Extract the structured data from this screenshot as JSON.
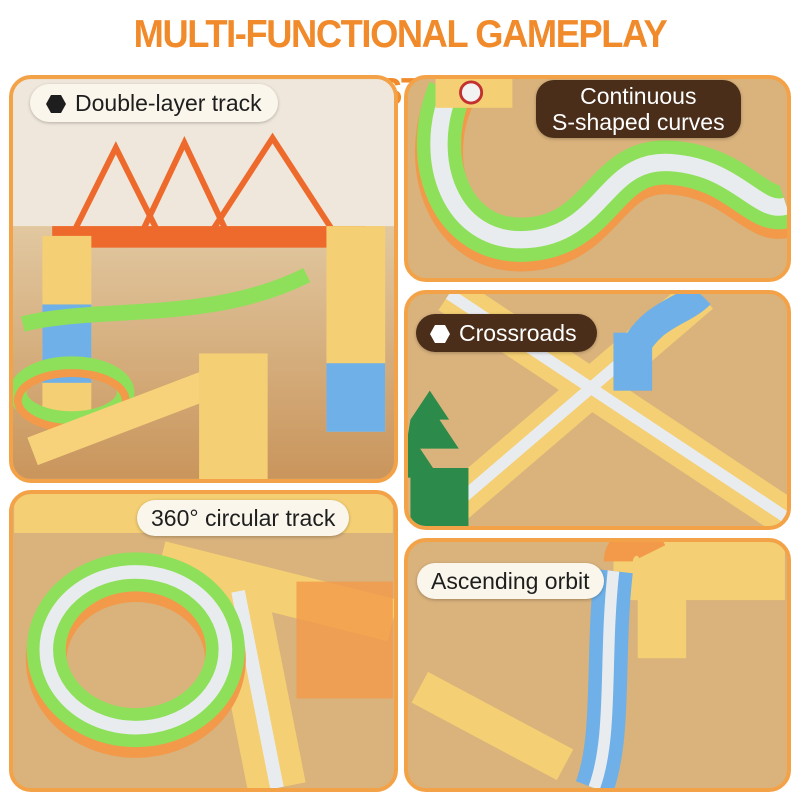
{
  "title": "MULTI-FUNCTIONAL GAMEPLAY DEMONSTRATION",
  "panels": {
    "double_layer": {
      "label": "Double-layer track",
      "icon": "hexagon-icon"
    },
    "s_curves": {
      "label_line1": "Continuous",
      "label_line2": "S-shaped curves"
    },
    "crossroads": {
      "label": "Crossroads",
      "icon": "hexagon-icon"
    },
    "circular": {
      "label": "360° circular track"
    },
    "ascending": {
      "label": "Ascending orbit"
    }
  },
  "colors": {
    "title": "#f08a2a",
    "frame": "#f4a247",
    "label_light": "#fbf6ec",
    "label_dark": "#4a2e1a",
    "track_green": "#8ee05a",
    "track_orange": "#f29a4a",
    "track_yellow": "#f7d27a",
    "track_blue": "#6fb0e8",
    "wood": "#d9b27c"
  }
}
